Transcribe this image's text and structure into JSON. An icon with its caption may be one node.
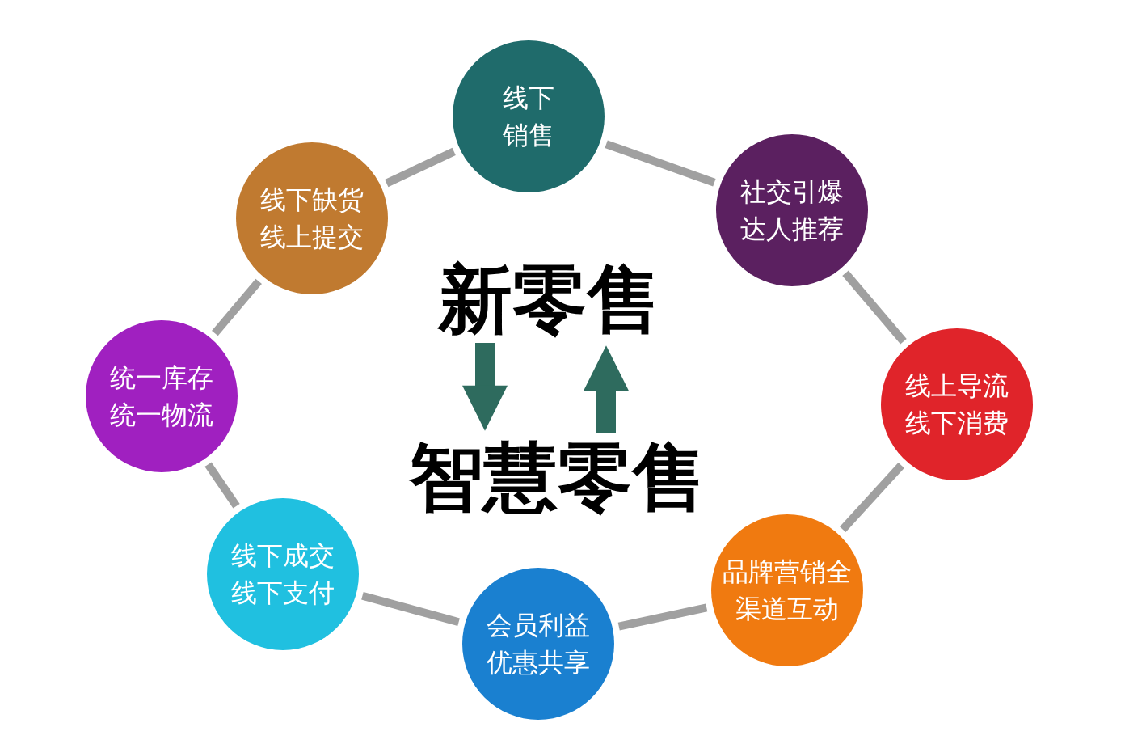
{
  "diagram": {
    "nodes": [
      {
        "text": [
          "线下销售"
        ]
      },
      {
        "text": [
          "社交引爆达人推荐"
        ]
      },
      {
        "text": [
          "线上导流线下消费"
        ]
      },
      {
        "text": [
          "品牌营销全渠道互动"
        ]
      },
      {
        "text": [
          "会员利益优惠共享"
        ]
      },
      {
        "text": [
          "线下成交线下支付"
        ]
      },
      {
        "text": [
          "统一库存统一物流"
        ]
      },
      {
        "text": [
          "线下缺货线上提交"
        ]
      },
      {
        "text": [
          "新零售"
        ]
      },
      {
        "text": [
          "智慧零售"
        ]
      }
    ],
    "edges": [
      {
        "from": 0,
        "to": 1,
        "arrow": "none"
      },
      {
        "from": 1,
        "to": 2,
        "arrow": "none"
      },
      {
        "from": 2,
        "to": 3,
        "arrow": "none"
      },
      {
        "from": 3,
        "to": 4,
        "arrow": "none"
      },
      {
        "from": 4,
        "to": 5,
        "arrow": "none"
      },
      {
        "from": 5,
        "to": 6,
        "arrow": "none"
      },
      {
        "from": 6,
        "to": 7,
        "arrow": "none"
      },
      {
        "from": 7,
        "to": 0,
        "arrow": "none"
      },
      {
        "from": 8,
        "to": 9,
        "arrow": "to",
        "style": "thick",
        "color": "#2e6b5e"
      },
      {
        "from": 9,
        "to": 8,
        "arrow": "to",
        "style": "thick",
        "color": "#2e6b5e"
      }
    ]
  }
}
